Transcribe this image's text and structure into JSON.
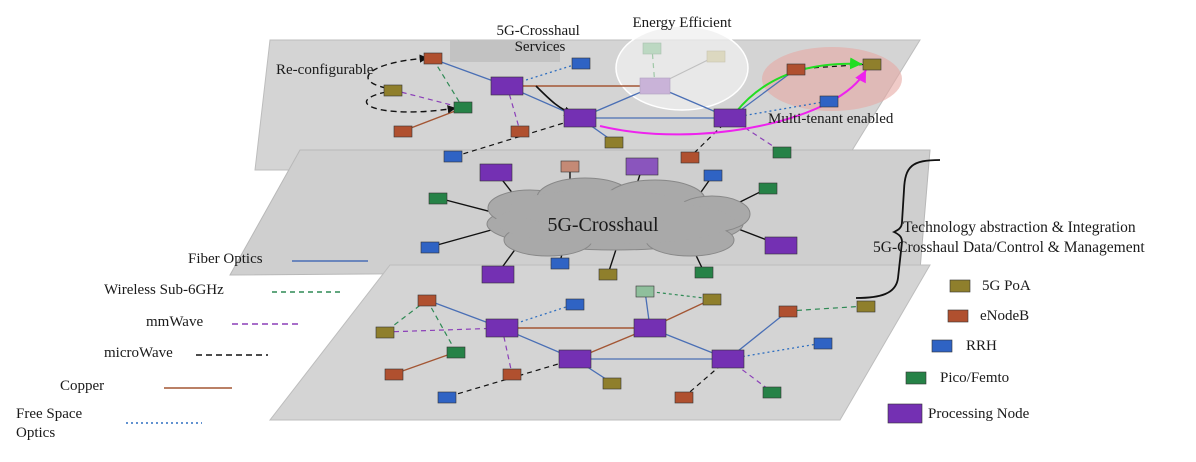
{
  "labels": {
    "top_services": [
      "5G-Crosshaul",
      "Services"
    ],
    "energy": "Energy Efficient",
    "reconfig": "Re-configurable",
    "multitenant": "Multi-tenant enabled",
    "core": "5G-Crosshaul",
    "tech": [
      "Technology abstraction & Integration",
      "5G-Crosshaul Data/Control & Management"
    ]
  },
  "link_legend": [
    {
      "label": [
        "Fiber Optics"
      ],
      "color": "#4a6fb5",
      "dash": ""
    },
    {
      "label": [
        "Wireless Sub-6GHz"
      ],
      "color": "#2f8a55",
      "dash": "5,4"
    },
    {
      "label": [
        "mmWave"
      ],
      "color": "#8b3fb8",
      "dash": "6,4"
    },
    {
      "label": [
        "microWave"
      ],
      "color": "#111111",
      "dash": "6,4"
    },
    {
      "label": [
        "Copper"
      ],
      "color": "#a35634",
      "dash": ""
    },
    {
      "label": [
        "Free Space",
        "Optics"
      ],
      "color": "#2f6fc0",
      "dash": "2,3"
    }
  ],
  "node_legend": [
    {
      "label": "5G PoA",
      "color": "#8f7f2c"
    },
    {
      "label": "eNodeB",
      "color": "#b0502f"
    },
    {
      "label": "RRH",
      "color": "#2f63c4"
    },
    {
      "label": "Pico/Femto",
      "color": "#268247"
    },
    {
      "label": "Processing Node",
      "color": "#7430b3"
    }
  ]
}
